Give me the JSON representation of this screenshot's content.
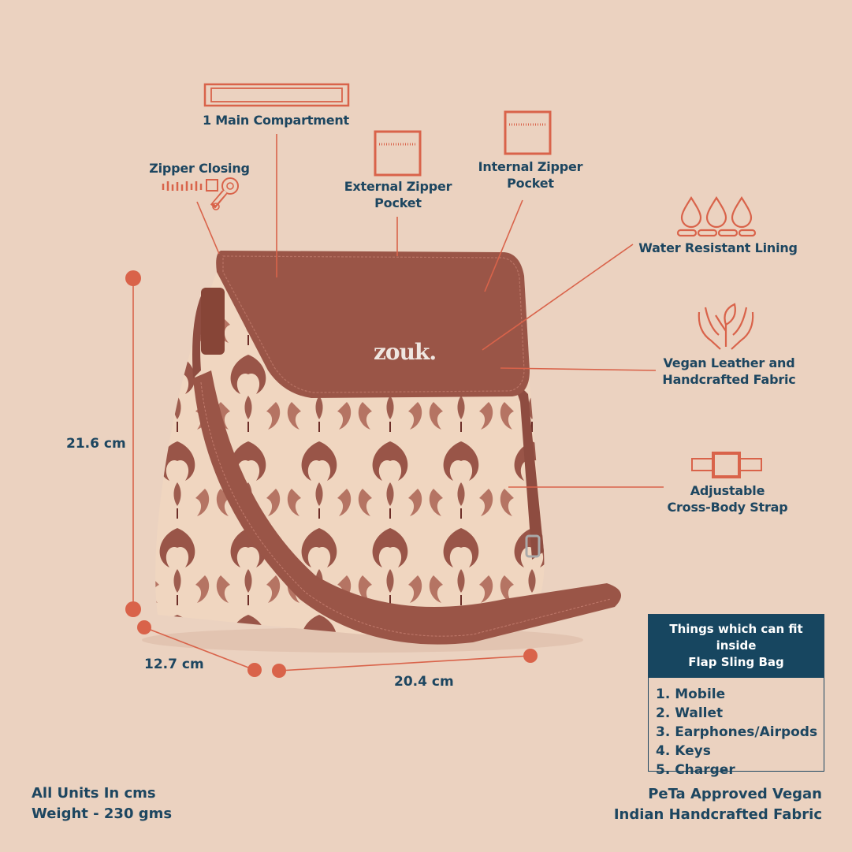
{
  "brand": {
    "logo_text": "zouk."
  },
  "colors": {
    "background": "#ebd2c0",
    "text": "#1d4660",
    "accent": "#d9634a",
    "leather": "#9a5547",
    "fabric": "#f0d6c0",
    "pattern": "#8a3e33"
  },
  "features": [
    {
      "id": "main-compartment",
      "label": "1 Main Compartment",
      "icon": "compartment-icon"
    },
    {
      "id": "zipper-closing",
      "label": "Zipper Closing",
      "icon": "zipper-icon"
    },
    {
      "id": "external-pocket",
      "label_line1": "External Zipper",
      "label_line2": "Pocket",
      "icon": "external-pocket-icon"
    },
    {
      "id": "internal-pocket",
      "label_line1": "Internal Zipper",
      "label_line2": "Pocket",
      "icon": "internal-pocket-icon"
    },
    {
      "id": "water-resistant",
      "label": "Water Resistant Lining",
      "icon": "water-drops-icon"
    },
    {
      "id": "vegan-leather",
      "label_line1": "Vegan Leather and",
      "label_line2": "Handcrafted Fabric",
      "icon": "hands-leaf-icon"
    },
    {
      "id": "strap",
      "label_line1": "Adjustable",
      "label_line2": "Cross-Body Strap",
      "icon": "strap-buckle-icon"
    }
  ],
  "dimensions": {
    "height": "21.6 cm",
    "depth": "12.7 cm",
    "width": "20.4 cm"
  },
  "fit_box": {
    "title_line1": "Things which can fit inside",
    "title_line2": "Flap Sling Bag",
    "items": [
      "1. Mobile",
      "2. Wallet",
      "3. Earphones/Airpods",
      "4. Keys",
      "5. Charger"
    ]
  },
  "footer": {
    "units": "All Units In cms",
    "weight": "Weight - 230 gms",
    "peta_line1": "PeTa Approved Vegan",
    "peta_line2": "Indian Handcrafted Fabric"
  }
}
